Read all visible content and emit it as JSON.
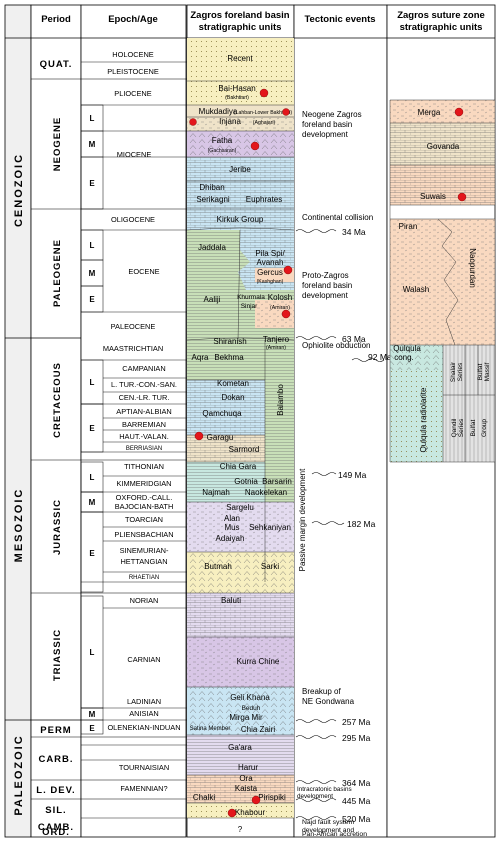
{
  "headers": {
    "period": "Period",
    "epoch": "Epoch/Age",
    "foreland": [
      "Zagros foreland basin",
      "stratigraphic units"
    ],
    "tectonic": "Tectonic events",
    "suture": [
      "Zagros suture zone",
      "stratigraphic units"
    ]
  },
  "eras": [
    "CENOZOIC",
    "MESOZOIC",
    "PALEOZOIC"
  ],
  "periods": [
    "QUAT.",
    "NEOGENE",
    "PALEOGENE",
    "CRETACEOUS",
    "JURASSIC",
    "TRIASSIC",
    "PERM",
    "CARB.",
    "L. DEV.",
    "SIL.",
    "ORD.",
    "CAMB."
  ],
  "subdivisions": [
    "L",
    "M",
    "E",
    "L",
    "M",
    "E",
    "L",
    "E",
    "L",
    "M",
    "E",
    "L",
    "M",
    "E"
  ],
  "epochs": [
    "HOLOCENE",
    "PLEISTOCENE",
    "PLIOCENE",
    "MIOCENE",
    "OLIGOCENE",
    "EOCENE",
    "PALEOCENE",
    "MAASTRICHTIAN",
    "CAMPANIAN",
    "L. TUR.-CON.-SAN.",
    "CEN.-LR. TUR.",
    "APTIAN-ALBIAN",
    "BARREMIAN",
    "HAUT.-VALAN.",
    "BERRIASIAN",
    "TITHONIAN",
    "KIMMERIDGIAN",
    "OXFORD.-CALL.",
    "BAJOCIAN-BATH",
    "TOARCIAN",
    "PLIENSBACHIAN",
    "SINEMURIAN-",
    "HETTANGIAN",
    "RHAETIAN",
    "NORIAN",
    "CARNIAN",
    "LADINIAN",
    "ANISIAN",
    "OLENEKIAN-INDUAN",
    "TOURNAISIAN",
    "FAMENNIAN?"
  ],
  "foreland_units": [
    "Recent",
    "Bai-Hasan",
    "(Bakhtiari)",
    "Mukdadiya",
    "(Lahban-Lower Bakhtiari)",
    "Injana",
    "(Aghajari)",
    "Fatha",
    "(Gachsaran)",
    "Jeribe",
    "Dhiban",
    "Serikagni",
    "Euphrates",
    "Kirkuk Group",
    "Jaddala",
    "Pila Spi/",
    "Avanah",
    "Gercus",
    "(Kashghan)",
    "Aaliji",
    "Khurmala",
    "Sinjar",
    "Kolosh",
    "(Amiran)",
    "Shiranish",
    "Tanjero",
    "(Amiran)",
    "Aqra",
    "Bekhma",
    "Kometan",
    "Dokan",
    "Qamchuqa",
    "Balambo",
    "Garagu",
    "Sarmord",
    "Chia Gara",
    "Gotnia",
    "Barsarin",
    "Najmah",
    "Naokelekan",
    "Sargelu",
    "Alan",
    "Mus",
    "Sehkaniyan",
    "Adaiyah",
    "Butmah",
    "Sarki",
    "Baluti",
    "Kurra Chine",
    "Geli Khana",
    "Beduh",
    "Mirga Mir",
    "Satina Member",
    "Chia Zairi",
    "Ga'ara",
    "Harur",
    "Ora",
    "Kaista",
    "Chalki",
    "Pirispiki",
    "Khabour",
    "?"
  ],
  "suture_units": [
    "Merga",
    "Govanda",
    "Suwais",
    "Piran",
    "Naopurdan",
    "Walash",
    "Qulqula",
    "cong.",
    "Qulqula radiolarite",
    "Shalair",
    "Series",
    "Bulfat",
    "Massif",
    "Qandil",
    "Series",
    "Bulfat",
    "Group"
  ],
  "tectonic_events": [
    [
      "Neogene Zagros",
      "foreland basin",
      "development"
    ],
    [
      "Continental collision"
    ],
    [
      "Proto-Zagros",
      "foreland basin",
      "development"
    ],
    [
      "Ophiolite obduction"
    ],
    [
      "Passive margin development"
    ],
    [
      "Breakup of",
      "NE Gondwana"
    ],
    [
      "Intracratonic basins",
      "development"
    ],
    [
      "Najd fault system",
      "development and",
      "Pan-African accretion"
    ]
  ],
  "ages": [
    "34 Ma",
    "63 Ma",
    "92 Ma",
    "149 Ma",
    "182 Ma",
    "257 Ma",
    "295 Ma",
    "364 Ma",
    "445 Ma",
    "520 Ma"
  ],
  "colors": {
    "era_bg": "#f0f0f0",
    "yellow": "#f7efc0",
    "peach": "#f9d9c0",
    "blue": "#c9e5f3",
    "green": "#c8dfb8",
    "purple": "#d8c6e6",
    "lavender": "#e3dbef",
    "teal": "#c8e8e0",
    "tan": "#efe3c9",
    "red_dot": "#e3161b"
  }
}
